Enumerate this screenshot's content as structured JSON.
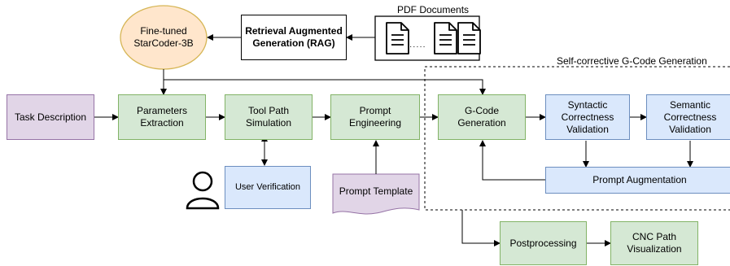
{
  "nodes": {
    "starcoder": "Fine-tuned\nStarCoder-3B",
    "rag": "Retrieval Augmented\nGeneration (RAG)",
    "pdf_docs": "PDF Documents",
    "task": "Task Description",
    "params": "Parameters\nExtraction",
    "toolpath": "Tool Path\nSimulation",
    "prompt_eng": "Prompt\nEngineering",
    "gcode": "G-Code\nGeneration",
    "syntactic": "Syntactic\nCorrectness\nValidation",
    "semantic": "Semantic\nCorrectness\nValidation",
    "prompt_aug": "Prompt Augmentation",
    "user_verif": "User Verification",
    "prompt_template": "Prompt Template",
    "postproc": "Postprocessing",
    "cnc": "CNC Path\nVisualization"
  },
  "group_label": "Self-corrective G-Code Generation",
  "ellipsis": "· · · · ·",
  "colors": {
    "green_fill": "#d5e8d4",
    "blue_fill": "#dae8fc",
    "purple_fill": "#e1d5e7",
    "orange_fill": "#ffe6cc",
    "orange_stroke": "#d6b656"
  }
}
